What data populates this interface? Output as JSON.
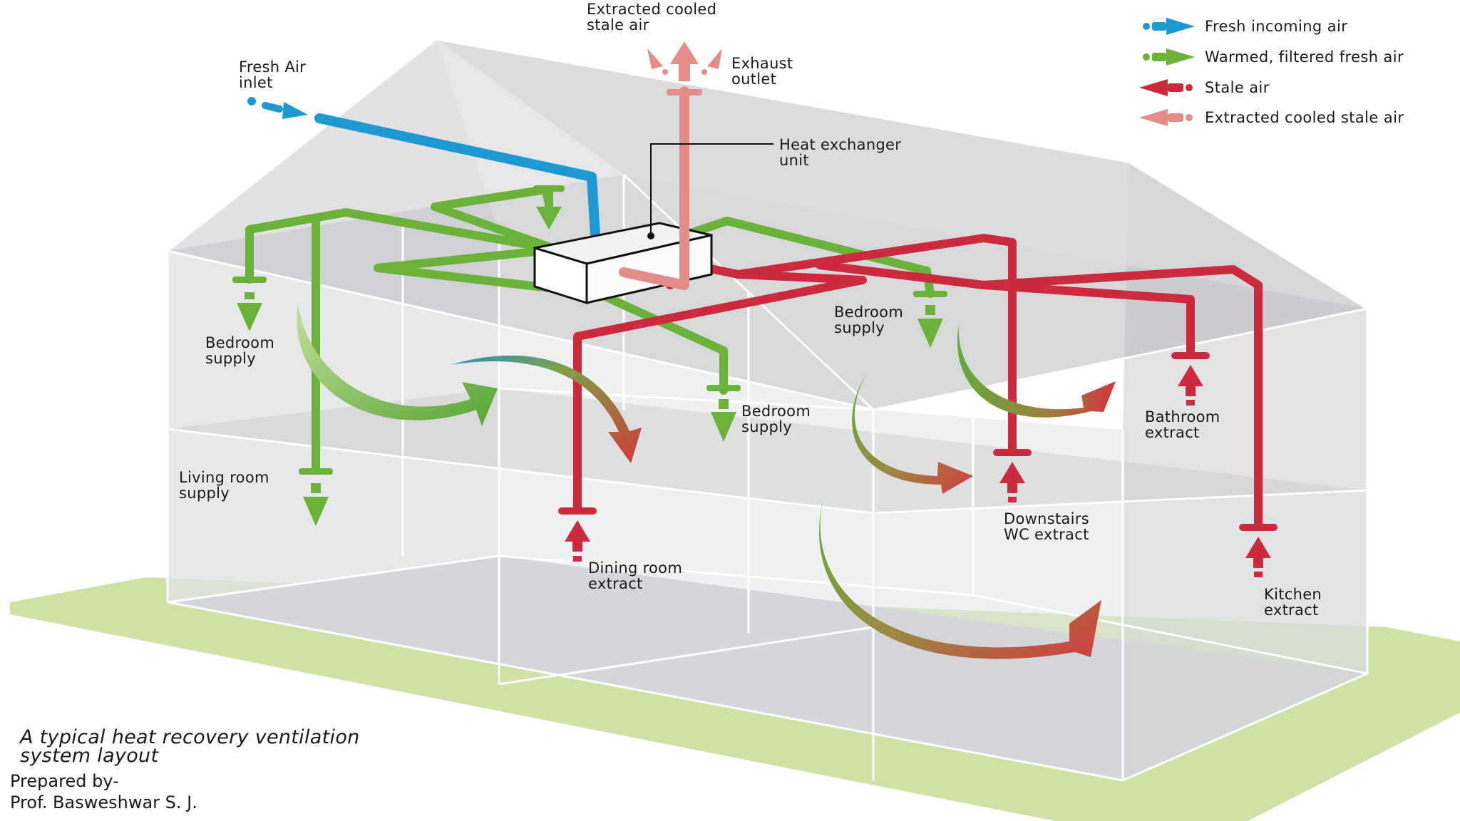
{
  "colors": {
    "fresh_incoming": "#1e98d1",
    "warmed_fresh": "#6ab23a",
    "stale": "#cc2b3f",
    "extracted_cooled": "#e58b88",
    "ground": "#cfe2a6"
  },
  "legend": [
    {
      "key": "fresh",
      "label": "Fresh incoming air",
      "color": "#1e98d1"
    },
    {
      "key": "warm",
      "label": "Warmed, filtered fresh air",
      "color": "#6ab23a"
    },
    {
      "key": "stale",
      "label": "Stale air",
      "color": "#cc2b3f"
    },
    {
      "key": "cooled",
      "label": "Extracted cooled stale air",
      "color": "#e58b88"
    }
  ],
  "labels": {
    "extracted_cooled": [
      "Extracted cooled",
      "stale air"
    ],
    "exhaust_outlet": [
      "Exhaust",
      "outlet"
    ],
    "fresh_air_inlet": [
      "Fresh Air",
      "inlet"
    ],
    "heat_exchanger": [
      "Heat exchanger",
      "unit"
    ],
    "bedroom_supply_left": [
      "Bedroom",
      "supply"
    ],
    "bedroom_supply_center": [
      "Bedroom",
      "supply"
    ],
    "bedroom_supply_right": [
      "Bedroom",
      "supply"
    ],
    "living_room_supply": [
      "Living room",
      "supply"
    ],
    "dining_room_extract": [
      "Dining room",
      "extract"
    ],
    "downstairs_wc_extract": [
      "Downstairs",
      "WC extract"
    ],
    "bathroom_extract": [
      "Bathroom",
      "extract"
    ],
    "kitchen_extract": [
      "Kitchen",
      "extract"
    ]
  },
  "caption": [
    "A typical heat recovery ventilation",
    "system layout"
  ],
  "author": [
    "Prepared by-",
    "Prof. Basweshwar S. J."
  ]
}
